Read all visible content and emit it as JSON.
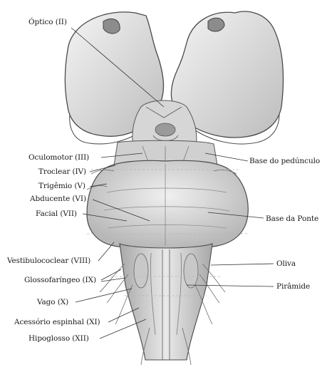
{
  "labels": {
    "optico": "Óptico (II)",
    "oculomotor": "Oculomotor (III)",
    "troclear": "Troclear (IV)",
    "trigemio": "Trigêmio (V)",
    "abducente": "Abducente (VI)",
    "facial": "Facial (VII)",
    "vestibulococlear": "Vestibulococlear (VIII)",
    "glossofaringeo": "Glossofaríngeo (IX)",
    "vago": "Vago (X)",
    "acessorio": "Acessório espinhal (XI)",
    "hipoglosso": "Hipoglosso (XII)",
    "base_pedunculo": "Base do pedúnculo",
    "base_ponte": "Base da Ponte",
    "oliva": "Oliva",
    "piramide": "Pirâmide"
  }
}
